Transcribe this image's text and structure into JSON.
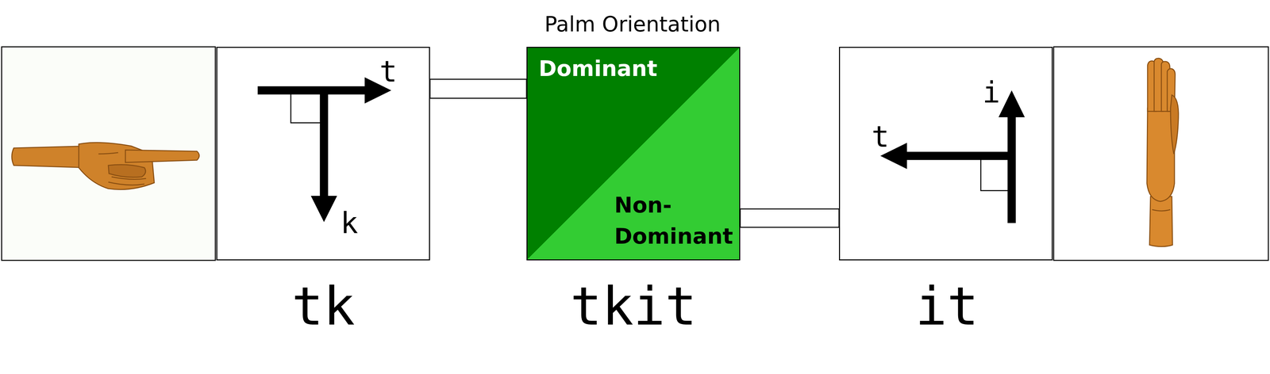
{
  "diagram": {
    "title": "Palm Orientation",
    "nodes": [
      {
        "text": [
          "t",
          "k",
          "tk"
        ]
      },
      {
        "text": [
          "Dominant",
          "Non- Dominant",
          "tkit"
        ]
      },
      {
        "text": [
          "i",
          "t",
          "it"
        ]
      }
    ],
    "edges": [
      {
        "from": 0,
        "to": 1,
        "arrow": "none"
      },
      {
        "from": 1,
        "to": 2,
        "arrow": "none"
      }
    ]
  }
}
